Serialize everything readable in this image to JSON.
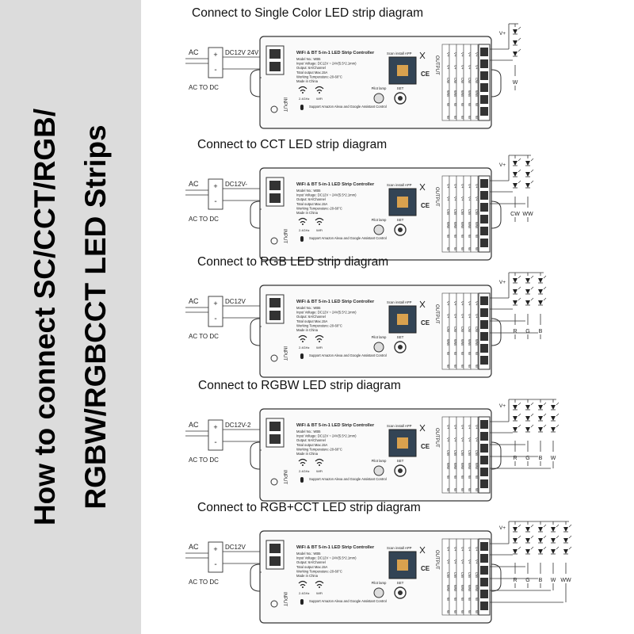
{
  "side_title_line1": "How to connect SC/CCT/RGB/",
  "side_title_line2": "RGBW/RGBCCT LED Strips",
  "controller": {
    "title": "WiFi & BT 5-in-1 LED Strip Controller",
    "specs": [
      "Model No.: WB5",
      "Input Voltage: DC12V ~ 24V(5.5*2.1mm)",
      "Output: 6A/Channel",
      "Total output Max.15A",
      "Working Temperature:-20-60°C",
      "Made in China"
    ],
    "scan_app": "Scan install APP",
    "wifi_24": "2.4GHz",
    "wifi": "WiFi",
    "alexa": "Support Amazon Alexa and Google Assistant Control",
    "pilot_lamp": "Pilot lamp",
    "set": "SET",
    "input": "INPUT",
    "output": "OUTPUT",
    "terminals": [
      "V+",
      "V+",
      "CW",
      "WW",
      "W",
      "W"
    ]
  },
  "common": {
    "ac": "AC",
    "ac_to_dc": "AC TO DC",
    "plus": "+",
    "minus": "-",
    "vplus": "V+",
    "vminus": "V-"
  },
  "panels": [
    {
      "title": "Connect to Single Color LED strip diagram",
      "dc_label": "DC12V 24V",
      "channels": [
        "W"
      ]
    },
    {
      "title": "Connect to CCT LED strip diagram",
      "dc_label": "DC12V-",
      "channels": [
        "CW",
        "WW"
      ]
    },
    {
      "title": "Connect to RGB LED strip diagram",
      "dc_label": "DC12V",
      "channels": [
        "R",
        "G",
        "B"
      ]
    },
    {
      "title": "Connect to RGBW LED strip diagram",
      "dc_label": "DC12V-2",
      "channels": [
        "R",
        "G",
        "B",
        "W"
      ]
    },
    {
      "title": "Connect to RGB+CCT LED strip diagram",
      "dc_label": "DC12V",
      "channels": [
        "R",
        "G",
        "B",
        "W",
        "WW"
      ]
    }
  ]
}
